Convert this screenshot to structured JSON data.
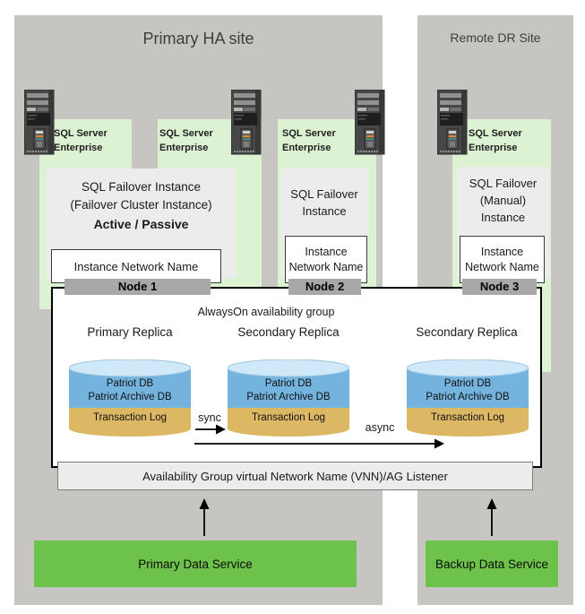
{
  "sites": {
    "primary_title": "Primary HA site",
    "remote_title": "Remote DR Site"
  },
  "server_box_label": "SQL Server Enterprise",
  "failover": {
    "fo1_line1": "SQL Failover Instance",
    "fo1_line2": "(Failover Cluster Instance)",
    "fo1_line3": "Active / Passive",
    "fo2_text": "SQL Failover Instance",
    "fo3_text": "SQL Failover (Manual) Instance",
    "instance_network_name": "Instance Network Name",
    "node1": "Node 1",
    "node2": "Node 2",
    "node3": "Node 3"
  },
  "availability_group": {
    "title": "AlwaysOn availability group",
    "replicas": [
      {
        "role": "Primary Replica",
        "db1": "Patriot DB",
        "db2": "Patriot Archive DB",
        "log": "Transaction Log"
      },
      {
        "role": "Secondary Replica",
        "db1": "Patriot DB",
        "db2": "Patriot Archive DB",
        "log": "Transaction Log"
      },
      {
        "role": "Secondary Replica",
        "db1": "Patriot DB",
        "db2": "Patriot Archive DB",
        "log": "Transaction Log"
      }
    ],
    "sync_label": "sync",
    "async_label": "async",
    "listener_label": "Availability Group virtual Network Name (VNN)/AG Listener"
  },
  "services": {
    "primary_label": "Primary Data Service",
    "backup_label": "Backup Data Service"
  },
  "colors": {
    "site_bg": "#c7c5c2",
    "green_strip": "#ddf2d2",
    "box_gray": "#ececec",
    "node_bar_gray": "#a8a8a8",
    "cylinder_blue": "#74b3dd",
    "cylinder_blue_top": "#cfe9f8",
    "cylinder_tan": "#dcb865",
    "service_green": "#6cc24a"
  }
}
